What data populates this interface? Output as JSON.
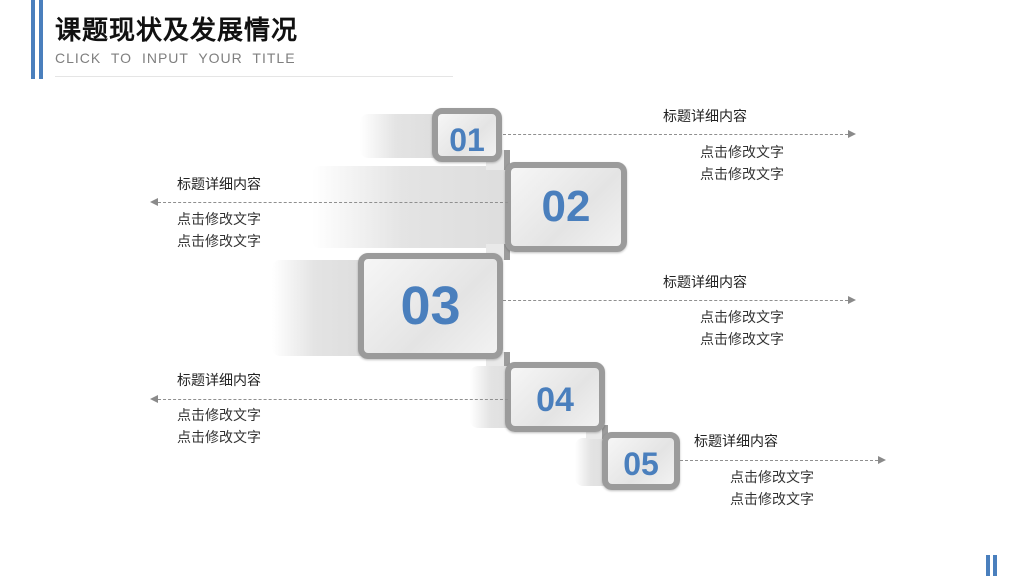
{
  "header": {
    "title": "课题现状及发展情况",
    "subtitle": "CLICK  TO  INPUT  YOUR  TITLE"
  },
  "colors": {
    "accent": "#4a7fbd",
    "box_border": "#9b9b9b"
  },
  "steps": [
    {
      "number": "01",
      "title": "标题详细内容",
      "lines": [
        "点击修改文字",
        "点击修改文字"
      ],
      "side": "right"
    },
    {
      "number": "02",
      "title": "标题详细内容",
      "lines": [
        "点击修改文字",
        "点击修改文字"
      ],
      "side": "left"
    },
    {
      "number": "03",
      "title": "标题详细内容",
      "lines": [
        "点击修改文字",
        "点击修改文字"
      ],
      "side": "right"
    },
    {
      "number": "04",
      "title": "标题详细内容",
      "lines": [
        "点击修改文字",
        "点击修改文字"
      ],
      "side": "left"
    },
    {
      "number": "05",
      "title": "标题详细内容",
      "lines": [
        "点击修改文字",
        "点击修改文字"
      ],
      "side": "right"
    }
  ]
}
